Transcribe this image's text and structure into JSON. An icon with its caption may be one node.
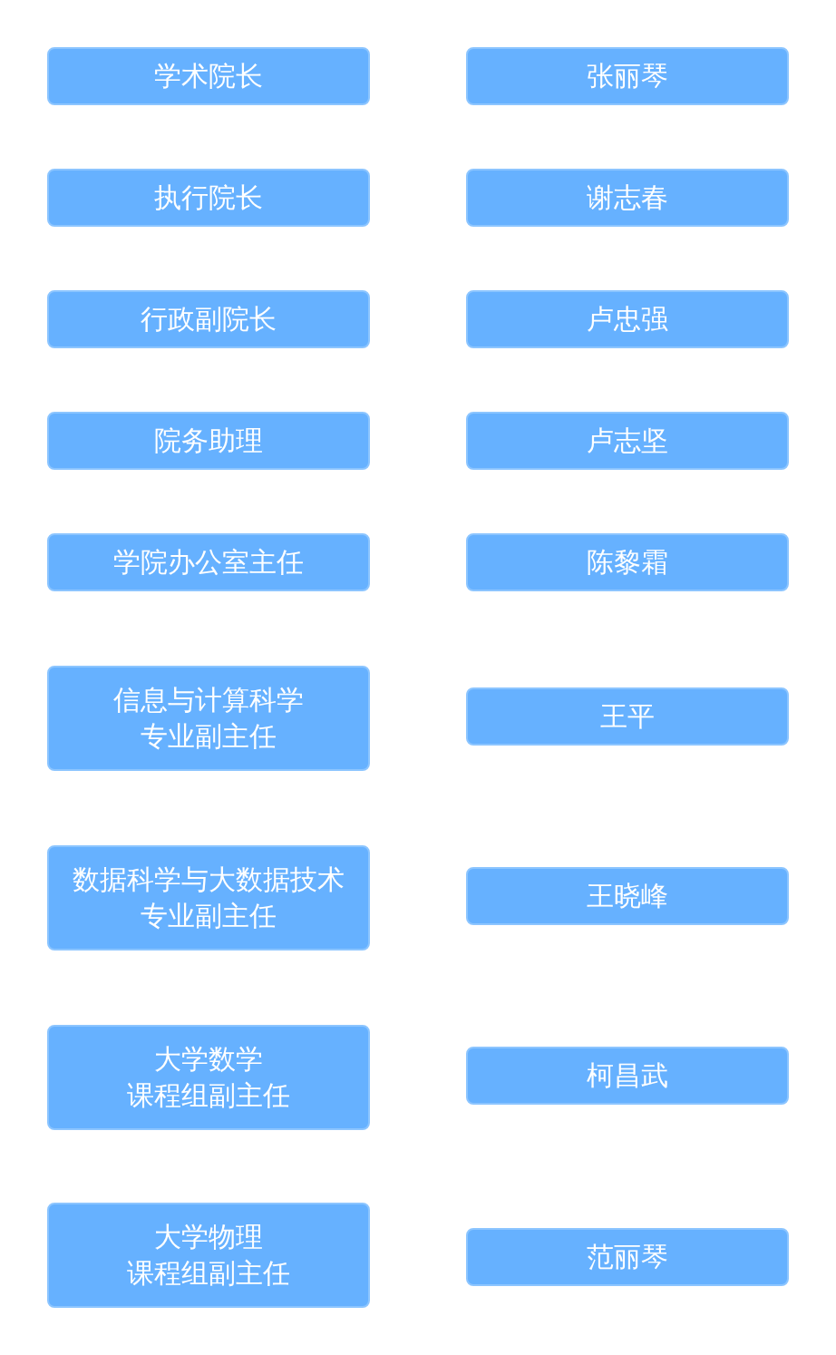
{
  "diagram": {
    "nodes": [
      {
        "text": [
          "学术院长"
        ]
      },
      {
        "text": [
          "张丽琴"
        ]
      },
      {
        "text": [
          "执行院长"
        ]
      },
      {
        "text": [
          "谢志春"
        ]
      },
      {
        "text": [
          "行政副院长"
        ]
      },
      {
        "text": [
          "卢忠强"
        ]
      },
      {
        "text": [
          "院务助理"
        ]
      },
      {
        "text": [
          "卢志坚"
        ]
      },
      {
        "text": [
          "学院办公室主任"
        ]
      },
      {
        "text": [
          "陈黎霜"
        ]
      },
      {
        "text": [
          "信息与计算科学专业副主任"
        ]
      },
      {
        "text": [
          "王平"
        ]
      },
      {
        "text": [
          "数据科学与大数据技术专业副主任"
        ]
      },
      {
        "text": [
          "王晓峰"
        ]
      },
      {
        "text": [
          "大学数学课程组副主任"
        ]
      },
      {
        "text": [
          "柯昌武"
        ]
      },
      {
        "text": [
          "大学物理课程组副主任"
        ]
      },
      {
        "text": [
          "范丽琴"
        ]
      }
    ]
  }
}
